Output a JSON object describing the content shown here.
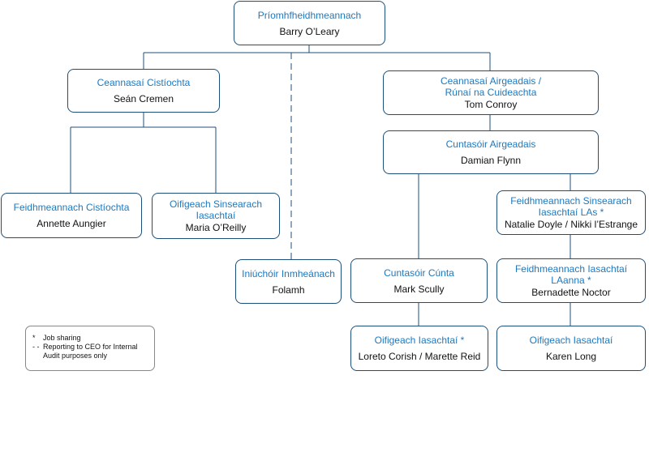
{
  "nodes": {
    "ceo": {
      "role": "Príomhfheidhmeannach",
      "name": "Barry O’Leary"
    },
    "financial_controller": {
      "role": "Ceannasaí Cistíochta",
      "name": "Seán Cremen"
    },
    "head_finance_secretary": {
      "role": "Ceannasaí Airgeadais /\nRúnaí na Cuideachta",
      "name": "Tom Conroy"
    },
    "accountant": {
      "role": "Cuntasóir Airgeadais",
      "name": "Damian Flynn"
    },
    "treasury_executive": {
      "role": "Feidhmeannach Cistíochta",
      "name": "Annette Aungier"
    },
    "senior_lending_officer": {
      "role": "Oifigeach Sinsearach\nIasachtaí",
      "name": "Maria O’Reilly"
    },
    "internal_auditor": {
      "role": "Iniúchóir Inmheánach",
      "name": "Folamh"
    },
    "assistant_accountant": {
      "role": "Cuntasóir Cúnta",
      "name": "Mark Scully"
    },
    "senior_lending_exec_las": {
      "role": "Feidhmeannach Sinsearach\nIasachtaí LAs *",
      "name": "Natalie Doyle / Nikki l’Estrange"
    },
    "lending_exec_laanna": {
      "role": "Feidhmeannach Iasachtaí\nLAanna *",
      "name": "Bernadette Noctor"
    },
    "lending_officer_shared": {
      "role": "Oifigeach Iasachtaí *",
      "name": "Loreto Corish / Marette Reid"
    },
    "lending_officer": {
      "role": "Oifigeach Iasachtaí",
      "name": "Karen Long"
    }
  },
  "legend": [
    {
      "symbol": "*",
      "text": "Job sharing"
    },
    {
      "symbol": "- -",
      "text": "Reporting to CEO for Internal\nAudit purposes only"
    }
  ],
  "colors": {
    "role_text": "#1f78bd",
    "name_text": "#111111",
    "border": "#1c4f7a",
    "connector": "#1c4f7a"
  }
}
